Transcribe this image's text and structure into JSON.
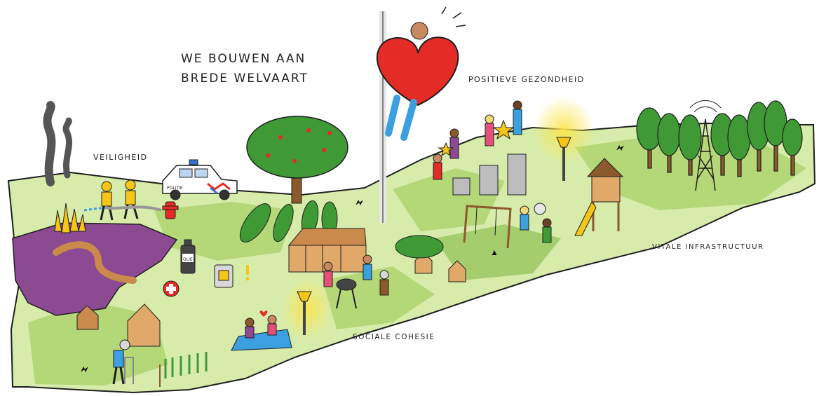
{
  "title": {
    "line1": "WE BOUWEN AAN",
    "line2": "BREDE WELVAART"
  },
  "labels": {
    "veiligheid": "VEILIGHEID",
    "positieve_gezondheid": "POSITIEVE GEZONDHEID",
    "vitale_infrastructuur": "VITALE INFRASTRUCTUUR",
    "sociale_cohesie": "SOCIALE COHESIE"
  },
  "signs": {
    "police_car": "POLITIE",
    "olie_can": "OLIE"
  },
  "colors": {
    "land_light": "#d7ecaa",
    "land_mid": "#b4d778",
    "land_dark": "#8ec253",
    "heath_purple": "#8c4a93",
    "path": "#c98a4b",
    "heart_red": "#e42b26",
    "tree_green": "#3f9a36",
    "lamp_glow": "#fbe54f",
    "outline": "#1f1f1f"
  },
  "icons": [
    "heart-icon",
    "police-car-icon",
    "fire-hydrant-icon",
    "first-aid-icon",
    "lamp-post-icon",
    "transmission-tower-icon",
    "playground-icon",
    "bbq-icon",
    "house-icon",
    "apple-tree-icon",
    "star-icon",
    "greenhouse-icon",
    "swing-icon"
  ]
}
